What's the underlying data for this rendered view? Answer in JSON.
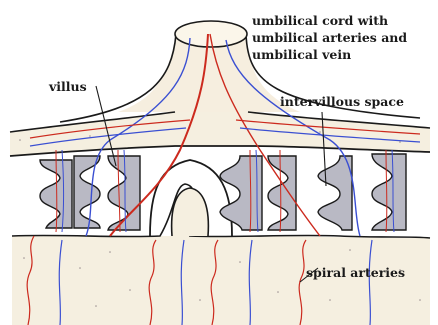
{
  "labels": {
    "cord_line1": "umbilical cord with",
    "cord_line2": "umbilical arteries and",
    "cord_line3": "umbilical vein",
    "villus": "villus",
    "intervillous": "intervillous space",
    "spiral": "spiral arteries"
  },
  "colors": {
    "outline": "#1a1a1a",
    "cord_fill": "#f6eedf",
    "tissue_fill": "#f5efe0",
    "villus_fill": "#b9b9c4",
    "artery": "#cc2a1e",
    "vein": "#3a4fd2"
  }
}
